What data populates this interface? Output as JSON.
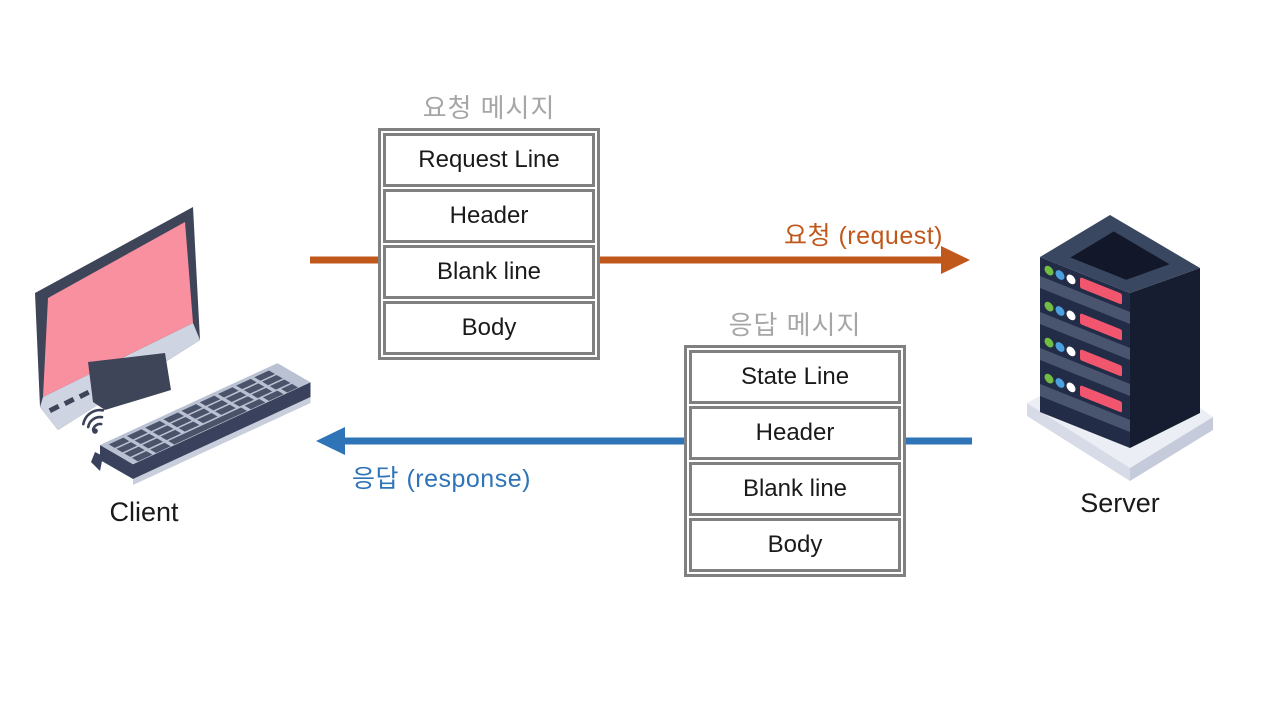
{
  "request_message": {
    "title": "요청 메시지",
    "rows": [
      "Request Line",
      "Header",
      "Blank line",
      "Body"
    ]
  },
  "response_message": {
    "title": "응답 메시지",
    "rows": [
      "State Line",
      "Header",
      "Blank line",
      "Body"
    ]
  },
  "request_arrow": {
    "label": "요청 (request)",
    "direction": "right",
    "color": "#c0571b"
  },
  "response_arrow": {
    "label": "응답 (response)",
    "direction": "left",
    "color": "#2e74b6"
  },
  "client": {
    "label": "Client"
  },
  "server": {
    "label": "Server"
  },
  "colors": {
    "box_border": "#808080",
    "box_title_text": "#a6a6a6",
    "row_text": "#1a1a1a",
    "monitor_screen": "#f9909f",
    "monitor_frame": "#3e4559",
    "server_body": "#232c46",
    "server_led_green": "#72be44",
    "server_led_blue": "#4ba0df",
    "server_bar_red": "#f2566e",
    "background": "#ffffff"
  }
}
